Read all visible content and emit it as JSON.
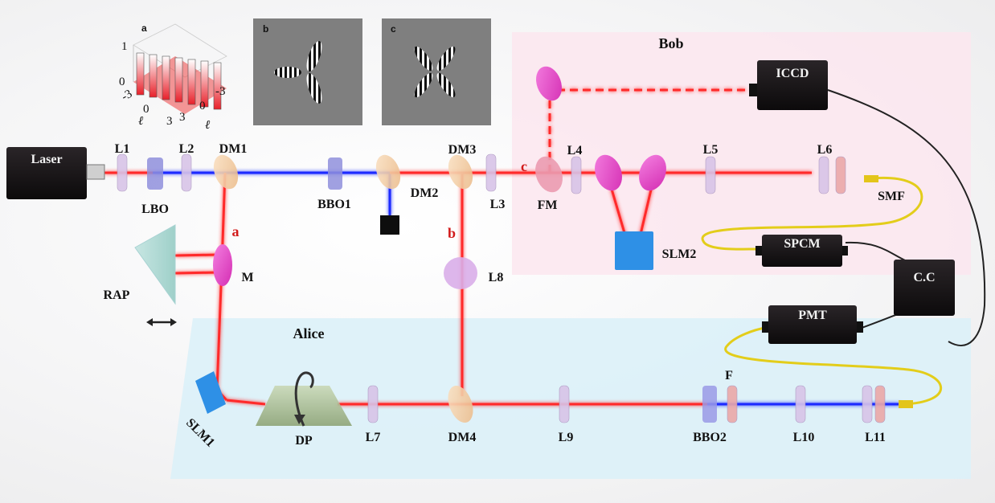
{
  "regions": {
    "bob": "Bob",
    "alice": "Alice"
  },
  "insets": {
    "a": {
      "label": "a",
      "z_ticks": [
        "0",
        "1"
      ],
      "x_ticks": [
        "-3",
        "0",
        "3"
      ],
      "y_ticks": [
        "-3",
        "0",
        "3"
      ],
      "x_axis": "ℓ",
      "y_axis": "ℓ",
      "description": "3D bar plot of OAM correlation matrix (diagonal ~1)"
    },
    "b": {
      "label": "b",
      "description": "three-petal phase pattern"
    },
    "c": {
      "label": "c",
      "description": "four-petal phase pattern"
    }
  },
  "path_labels": {
    "a": "a",
    "b": "b",
    "c": "c"
  },
  "components": {
    "laser": "Laser",
    "l1": "L1",
    "lbo": "LBO",
    "l2": "L2",
    "dm1": "DM1",
    "bbo1": "BBO1",
    "dm2": "DM2",
    "dm3": "DM3",
    "l3": "L3",
    "fm": "FM",
    "l4": "L4",
    "l5": "L5",
    "l6": "L6",
    "smf": "SMF",
    "slm2": "SLM2",
    "iccd": "ICCD",
    "spcm": "SPCM",
    "cc": "C.C",
    "pmt": "PMT",
    "m": "M",
    "rap": "RAP",
    "l8": "L8",
    "slm1": "SLM1",
    "dp": "DP",
    "l7": "L7",
    "dm4": "DM4",
    "l9": "L9",
    "bbo2": "BBO2",
    "f": "F",
    "l10": "L10",
    "l11": "L11"
  },
  "colors": {
    "red_beam": "#ff2a2a",
    "blue_beam": "#1a2cff",
    "fiber": "#e8d21c",
    "bob_bg": "#fbe6ee",
    "alice_bg": "#dff2f8",
    "device_black": "#161214",
    "slm_blue": "#2e90e6"
  }
}
